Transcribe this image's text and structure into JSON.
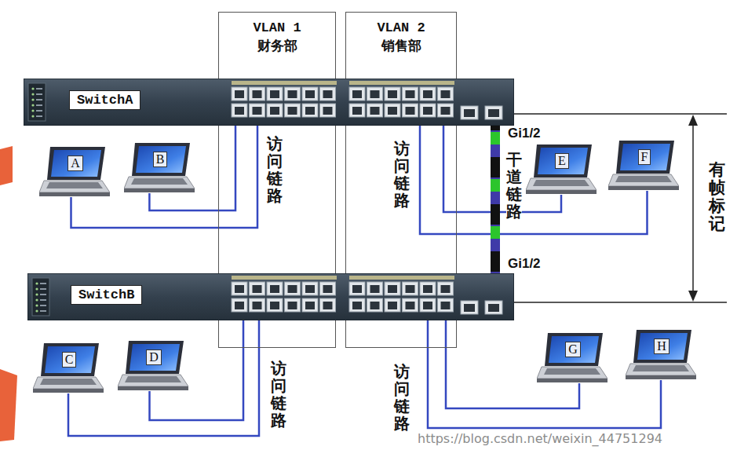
{
  "diagram": {
    "nodes": [
      {
        "text": [
          "VLAN 1 财务部"
        ]
      },
      {
        "text": [
          "VLAN 2 销售部"
        ]
      },
      {
        "text": [
          "SwitchA"
        ]
      },
      {
        "text": [
          "A"
        ]
      },
      {
        "text": [
          "B"
        ]
      },
      {
        "text": [
          "E"
        ]
      },
      {
        "text": [
          "F"
        ]
      },
      {
        "text": [
          "SwitchB"
        ]
      },
      {
        "text": [
          "C"
        ]
      },
      {
        "text": [
          "D"
        ]
      },
      {
        "text": [
          "G"
        ]
      },
      {
        "text": [
          "H"
        ]
      }
    ],
    "edges": [
      {
        "from": 3,
        "to": 2,
        "arrow": "none"
      },
      {
        "from": 4,
        "to": 2,
        "arrow": "none"
      },
      {
        "from": 5,
        "to": 2,
        "arrow": "none"
      },
      {
        "from": 6,
        "to": 2,
        "arrow": "none"
      },
      {
        "from": 2,
        "to": 7,
        "label": "干道链路",
        "arrow": "none"
      },
      {
        "from": 8,
        "to": 7,
        "arrow": "none"
      },
      {
        "from": 9,
        "to": 7,
        "arrow": "none"
      },
      {
        "from": 10,
        "to": 7,
        "arrow": "none"
      },
      {
        "from": 11,
        "to": 7,
        "arrow": "none"
      }
    ],
    "labels": [
      "访问链路",
      "访问链路",
      "Gi1/2",
      "有帧标记",
      "Gi1/2",
      "访问链路",
      "访问链路",
      "https://blog.csdn.net/weixin_44751294"
    ]
  }
}
